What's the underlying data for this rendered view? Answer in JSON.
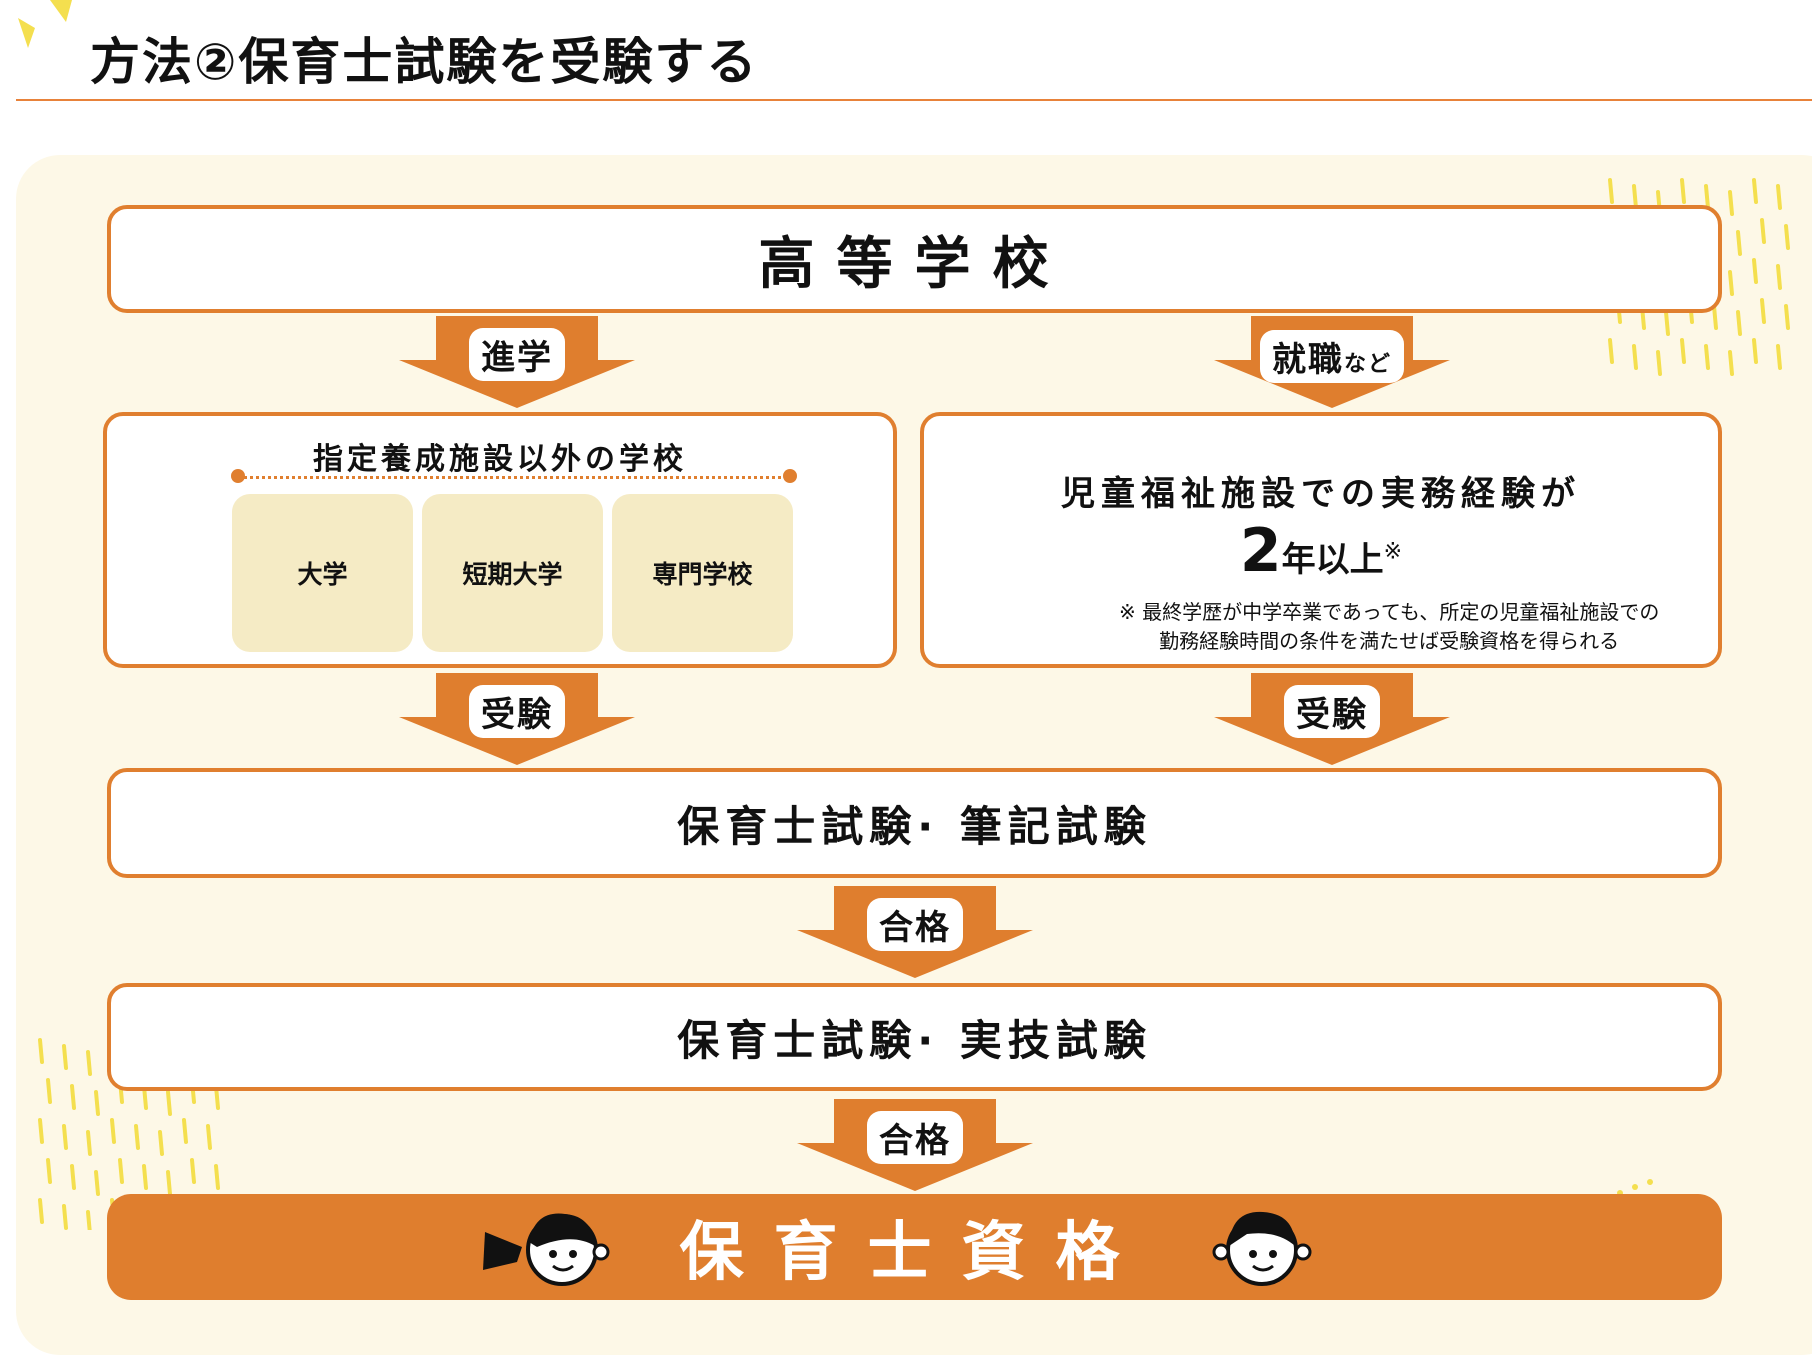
{
  "header": {
    "title": "方法②保育士試験を受験する"
  },
  "flow": {
    "high_school": "高等学校",
    "arrow_advance": "進学",
    "arrow_employment": "就職",
    "arrow_employment_suffix": "など",
    "left_box": {
      "title": "指定養成施設以外の学校",
      "schools": [
        "大学",
        "短期大学",
        "専門学校"
      ]
    },
    "right_box": {
      "line1": "児童福祉施設での実務経験が",
      "years_number": "2",
      "years_suffix": "年以上",
      "mark": "※",
      "note_line1": "※ 最終学歴が中学卒業であっても、所定の児童福祉施設での",
      "note_line2": "勤務経験時間の条件を満たせば受験資格を得られる"
    },
    "arrow_exam": "受験",
    "written_exam": "保育士試験· 筆記試験",
    "arrow_pass": "合格",
    "practical_exam": "保育士試験· 実技試験",
    "final": "保育士資格"
  },
  "colors": {
    "accent": "#df7e2e",
    "panel": "#fdf8e7",
    "tile": "#f5ebc5",
    "deco": "#f4df4f"
  }
}
